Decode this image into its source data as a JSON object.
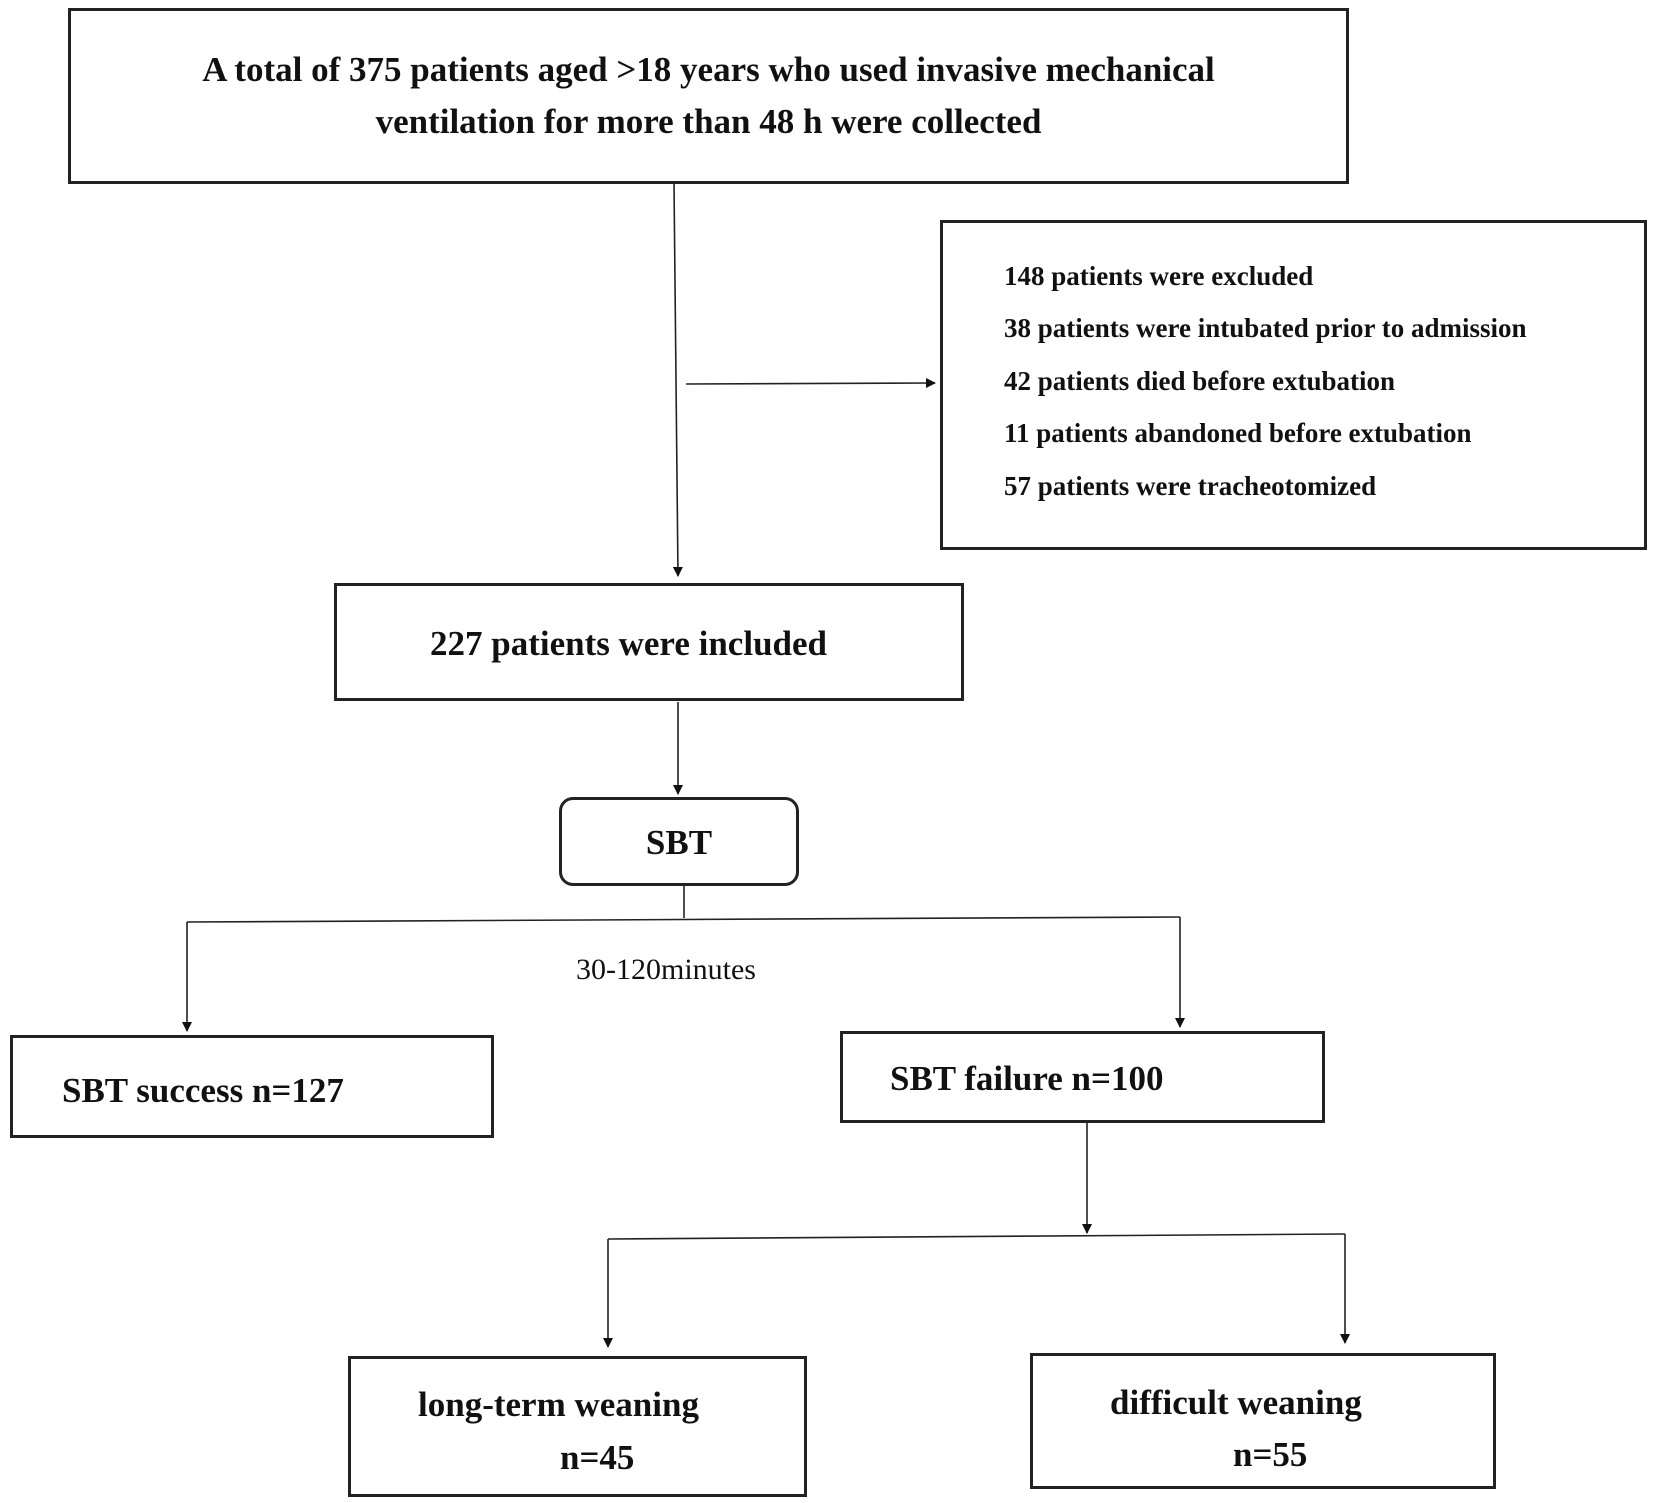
{
  "total_box": {
    "line1": "A total of 375 patients aged >18 years who used invasive mechanical",
    "line2": "ventilation for more than 48 h were collected"
  },
  "excluded_box": {
    "items": [
      "148 patients were excluded",
      "38 patients were intubated prior to admission",
      "42 patients died before extubation",
      "11 patients abandoned before extubation",
      "57 patients were tracheotomized"
    ]
  },
  "included_box": {
    "label": "227 patients were included"
  },
  "sbt_box": {
    "label": "SBT"
  },
  "duration_label": "30-120minutes",
  "success_box": {
    "label": "SBT success n=127"
  },
  "failure_box": {
    "label": "SBT failure n=100"
  },
  "long_term_box": {
    "line1": "long-term weaning",
    "line2": "n=45"
  },
  "difficult_box": {
    "line1": "difficult weaning",
    "line2": "n=55"
  }
}
